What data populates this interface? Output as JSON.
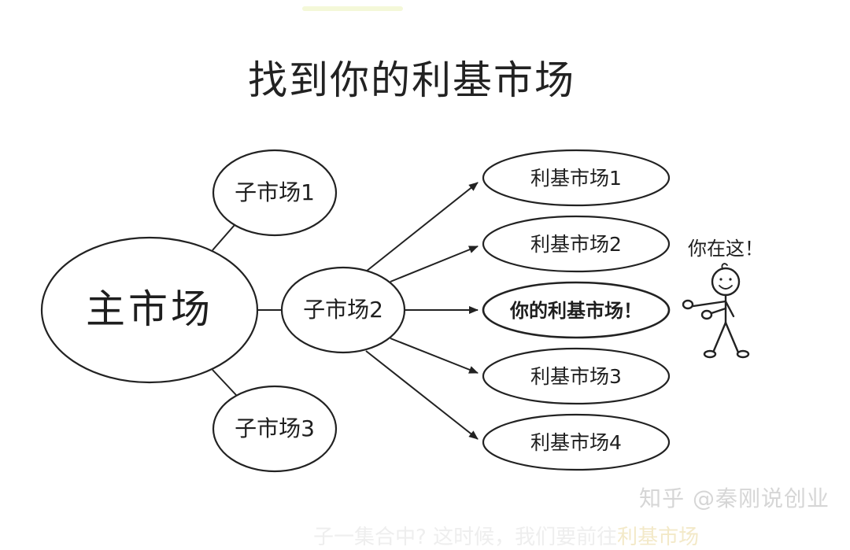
{
  "title": "找到你的利基市场",
  "main_market": "主市场",
  "sub_markets": [
    "子市场1",
    "子市场2",
    "子市场3"
  ],
  "niche_markets": [
    "利基市场1",
    "利基市场2",
    "你的利基市场！",
    "利基市场3",
    "利基市场4"
  ],
  "you_are_here": "你在这！",
  "watermark": "知乎 @秦刚说创业",
  "bottom_caption": {
    "prefix": "子一集合中? 这时候，我们要前往",
    "highlight": "利基市场"
  }
}
